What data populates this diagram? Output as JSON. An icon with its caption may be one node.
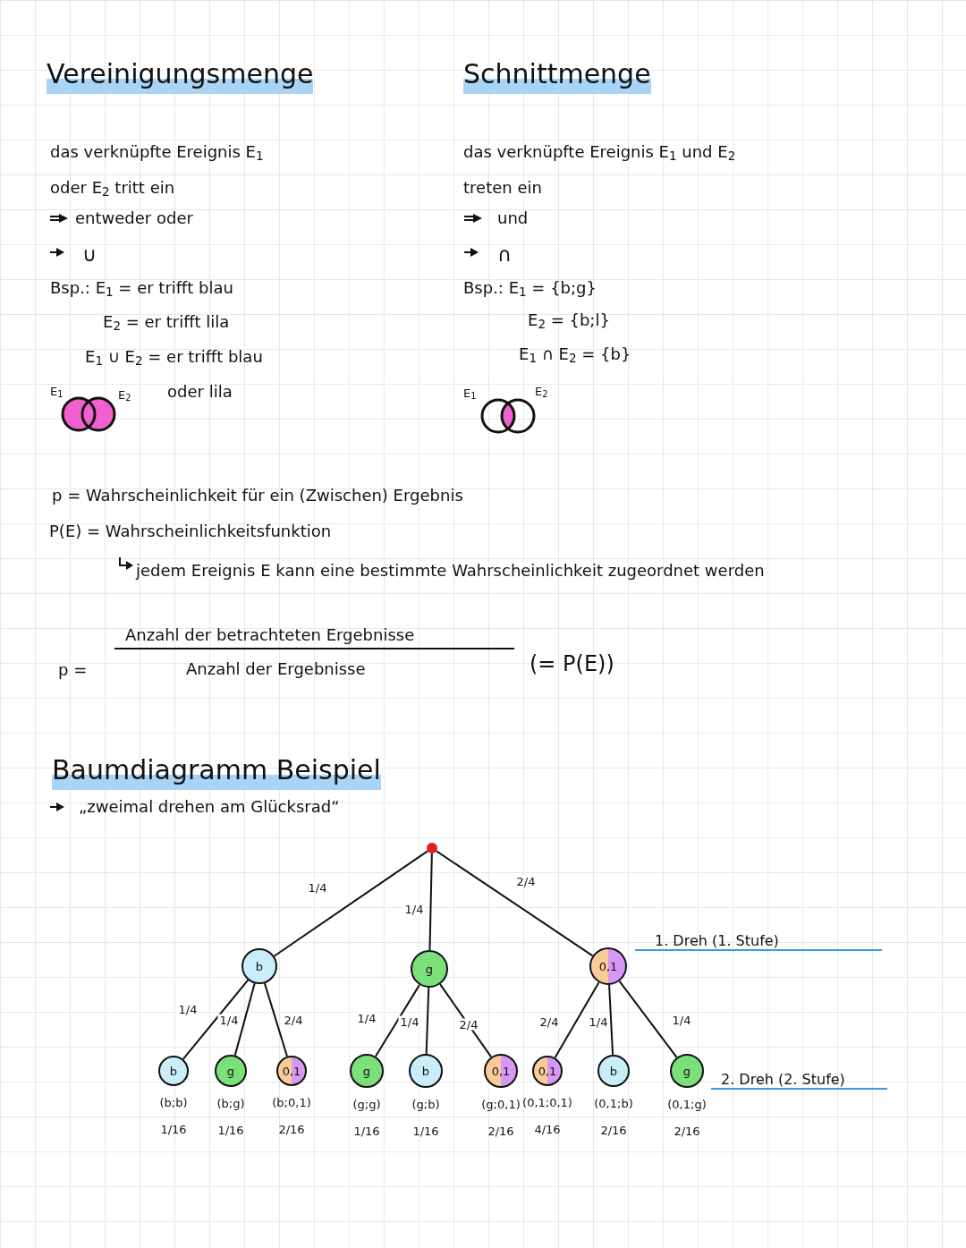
{
  "diagram": {
    "nodes": [
      {
        "text": [],
        "shape": "circle"
      },
      {
        "text": [
          "b"
        ]
      },
      {
        "text": [
          "g"
        ]
      },
      {
        "text": [
          "0,1"
        ]
      },
      {
        "text": [
          "b"
        ],
        "beside": [
          "(b;b)",
          "1/16"
        ]
      },
      {
        "text": [
          "g"
        ],
        "beside": [
          "(b;g)",
          "1/16"
        ]
      },
      {
        "text": [
          "0,1"
        ],
        "beside": [
          "(b;0,1)",
          "2/16"
        ]
      },
      {
        "text": [
          "g"
        ],
        "beside": [
          "(g;g)",
          "1/16"
        ]
      },
      {
        "text": [
          "b"
        ],
        "beside": [
          "(g;b)",
          "1/16"
        ]
      },
      {
        "text": [
          "0,1"
        ],
        "beside": [
          "(g;0,1)",
          "2/16"
        ]
      },
      {
        "text": [
          "0,1"
        ],
        "beside": [
          "(0,1;0,1)",
          "4/16"
        ]
      },
      {
        "text": [
          "b"
        ],
        "beside": [
          "(0,1;b)",
          "2/16"
        ]
      },
      {
        "text": [
          "g"
        ],
        "beside": [
          "(0,1;g)",
          "2/16"
        ]
      }
    ],
    "edges": [
      {
        "from": 0,
        "to": 1,
        "arrow": "none",
        "label": "1/4"
      },
      {
        "from": 0,
        "to": 2,
        "arrow": "none",
        "label": "1/4"
      },
      {
        "from": 0,
        "to": 3,
        "arrow": "none",
        "label": "2/4"
      },
      {
        "from": 1,
        "to": 4,
        "arrow": "none",
        "label": "1/4"
      },
      {
        "from": 1,
        "to": 5,
        "arrow": "none",
        "label": "1/4"
      },
      {
        "from": 1,
        "to": 6,
        "arrow": "none",
        "label": "2/4"
      },
      {
        "from": 2,
        "to": 7,
        "arrow": "none",
        "label": "1/4"
      },
      {
        "from": 2,
        "to": 8,
        "arrow": "none",
        "label": "1/4"
      },
      {
        "from": 2,
        "to": 9,
        "arrow": "none",
        "label": "2/4"
      },
      {
        "from": 3,
        "to": 10,
        "arrow": "none",
        "label": "2/4"
      },
      {
        "from": 3,
        "to": 11,
        "arrow": "none",
        "label": "1/4"
      },
      {
        "from": 3,
        "to": 12,
        "arrow": "none",
        "label": "1/4"
      }
    ],
    "labels": [
      "Vereinigungsmenge",
      "Schnittmenge",
      "das verknüpfte Ereignis E$_{1}$ oder E$_{2}$ tritt ein",
      "entweder oder",
      "∪",
      "Bsp.: E$_{1}$ = er trifft blau",
      "E$_{2}$ = er trifft lila",
      "E$_{1}$ ∪ E$_{2}$ = er trifft blau",
      "E$_{1}$",
      "E$_{2}$",
      "oder lila",
      "das verknüpfte Ereignis E$_{1}$ und E$_{2}$ treten ein",
      "und",
      "∩",
      "Bsp.: E$_{1}$ = {b;g}",
      "E$_{2}$ = {b;l}",
      "E$_{1}$ ∩ E$_{2}$ = {b}",
      "E$_{1}$",
      "E$_{2}$",
      "p = Wahrscheinlichkeit für ein (Zwischen) Ergebnis",
      "P(E) = Wahrscheinlichkeitsfunktion",
      "jedem Ereignis E kann eine bestimmte Wahrscheinlichkeit zugeordnet werden",
      "p =",
      "Anzahl der betrachteten Ergebnisse",
      "Anzahl der Ergebnisse",
      "(= P(E))",
      "Baumdiagramm Beispiel",
      "„zweimal drehen am Glücksrad“",
      "1. Dreh (1. Stufe)",
      "2. Dreh (2. Stufe)"
    ]
  }
}
